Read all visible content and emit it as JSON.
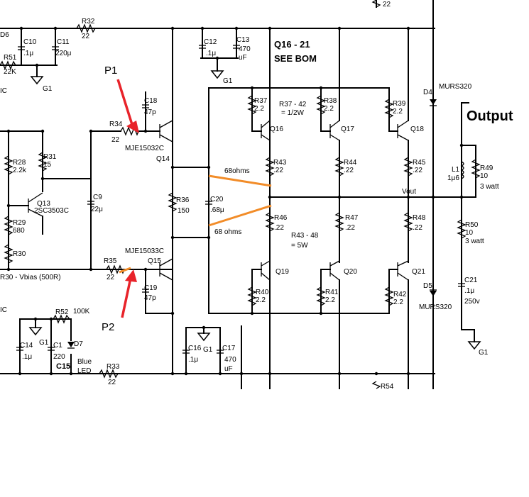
{
  "components": {
    "top_resistor": "22",
    "r32": {
      "ref": "R32",
      "value": "22"
    },
    "d6": "D6",
    "c10": {
      "ref": "C10",
      "value": ".1μ"
    },
    "c11": {
      "ref": "C11",
      "value": "220μ"
    },
    "r51": {
      "ref": "R51",
      "value": "22K"
    },
    "g1_a": "G1",
    "ic_a": "IC",
    "c12": {
      "ref": "C12",
      "value": ".1μ"
    },
    "c13": {
      "ref": "C13",
      "value": "470",
      "unit": "uF"
    },
    "g1_b": "G1",
    "q_header": "Q16 - 21",
    "bom_note": "SEE BOM",
    "d4": {
      "ref": "D4",
      "part": "MURS320"
    },
    "output": "Output",
    "p1": "P1",
    "p2": "P2",
    "c18": {
      "ref": "C18",
      "value": "47p"
    },
    "r34": {
      "ref": "R34",
      "value": "22"
    },
    "mje_a": "MJE15032C",
    "q14": "Q14",
    "r37": {
      "ref": "R37",
      "value": "2.2"
    },
    "r37_42_note": "R37 - 42",
    "watt_note": "= 1/2W",
    "r38": {
      "ref": "R38",
      "value": "2.2"
    },
    "r39": {
      "ref": "R39",
      "value": "2.2"
    },
    "q16": "Q16",
    "q17": "Q17",
    "q18": "Q18",
    "r28": {
      "ref": "R28",
      "value": "2.2k"
    },
    "r31": {
      "ref": "R31",
      "value": "15"
    },
    "l1": {
      "ref": "L1",
      "value": "1μ6"
    },
    "r49": {
      "ref": "R49",
      "value": "10",
      "rating": "3 watt"
    },
    "r43": {
      "ref": "R43",
      "value": ".22"
    },
    "r44": {
      "ref": "R44",
      "value": ".22"
    },
    "r45": {
      "ref": "R45",
      "value": ".22"
    },
    "ohm_a": "68ohms",
    "ohm_b": "68 ohms",
    "q13": {
      "ref": "Q13",
      "part": "2SC3503C"
    },
    "c9": {
      "ref": "C9",
      "value": "22μ"
    },
    "r36": {
      "ref": "R36",
      "value": "150"
    },
    "c20": {
      "ref": "C20",
      "value": ".68μ"
    },
    "vout": "Vout",
    "r46": {
      "ref": "R46",
      "value": ".22"
    },
    "r47": {
      "ref": "R47",
      "value": ".22"
    },
    "r48": {
      "ref": "R48",
      "value": ".22"
    },
    "r29": {
      "ref": "R29",
      "value": "680"
    },
    "r50": {
      "ref": "R50",
      "value": "10",
      "rating": "3 watt"
    },
    "r43_48_note": "R43 - 48",
    "w5_note": "= 5W",
    "r30": "R30",
    "mje_b": "MJE15033C",
    "q15": "Q15",
    "r35": {
      "ref": "R35",
      "value": "22"
    },
    "vbias": "R30 - Vbias (500R)",
    "q19": "Q19",
    "q20": "Q20",
    "q21": "Q21",
    "c21": {
      "ref": "C21",
      "value": ".1μ",
      "voltage": "250v"
    },
    "d5": {
      "ref": "D5",
      "part": "MURS320"
    },
    "c19": {
      "ref": "C19",
      "value": "47p"
    },
    "r40": {
      "ref": "R40",
      "value": "2.2"
    },
    "r41": {
      "ref": "R41",
      "value": "2.2"
    },
    "r42": {
      "ref": "R42",
      "value": "2.2"
    },
    "ic_b": "IC",
    "r52": {
      "ref": "R52",
      "value": "100K"
    },
    "g1_c": "G1",
    "g1_d": "G1",
    "g1_e": "G1",
    "c14": {
      "ref": "C14",
      "value": ".1μ"
    },
    "c1": {
      "ref": "C1",
      "value": "220"
    },
    "c15": "C15",
    "d7": {
      "ref": "D7",
      "desc1": "Blue",
      "desc2": "LED"
    },
    "c16": {
      "ref": "C16",
      "value": ".1μ"
    },
    "c17": {
      "ref": "C17",
      "value": "470",
      "unit": "uF"
    },
    "r33": {
      "ref": "R33",
      "value": "22"
    },
    "r54": "R54"
  },
  "colors": {
    "arrow": "#e8232a",
    "annotation_line": "#f28c28",
    "wire": "#000000",
    "background": "#ffffff"
  }
}
